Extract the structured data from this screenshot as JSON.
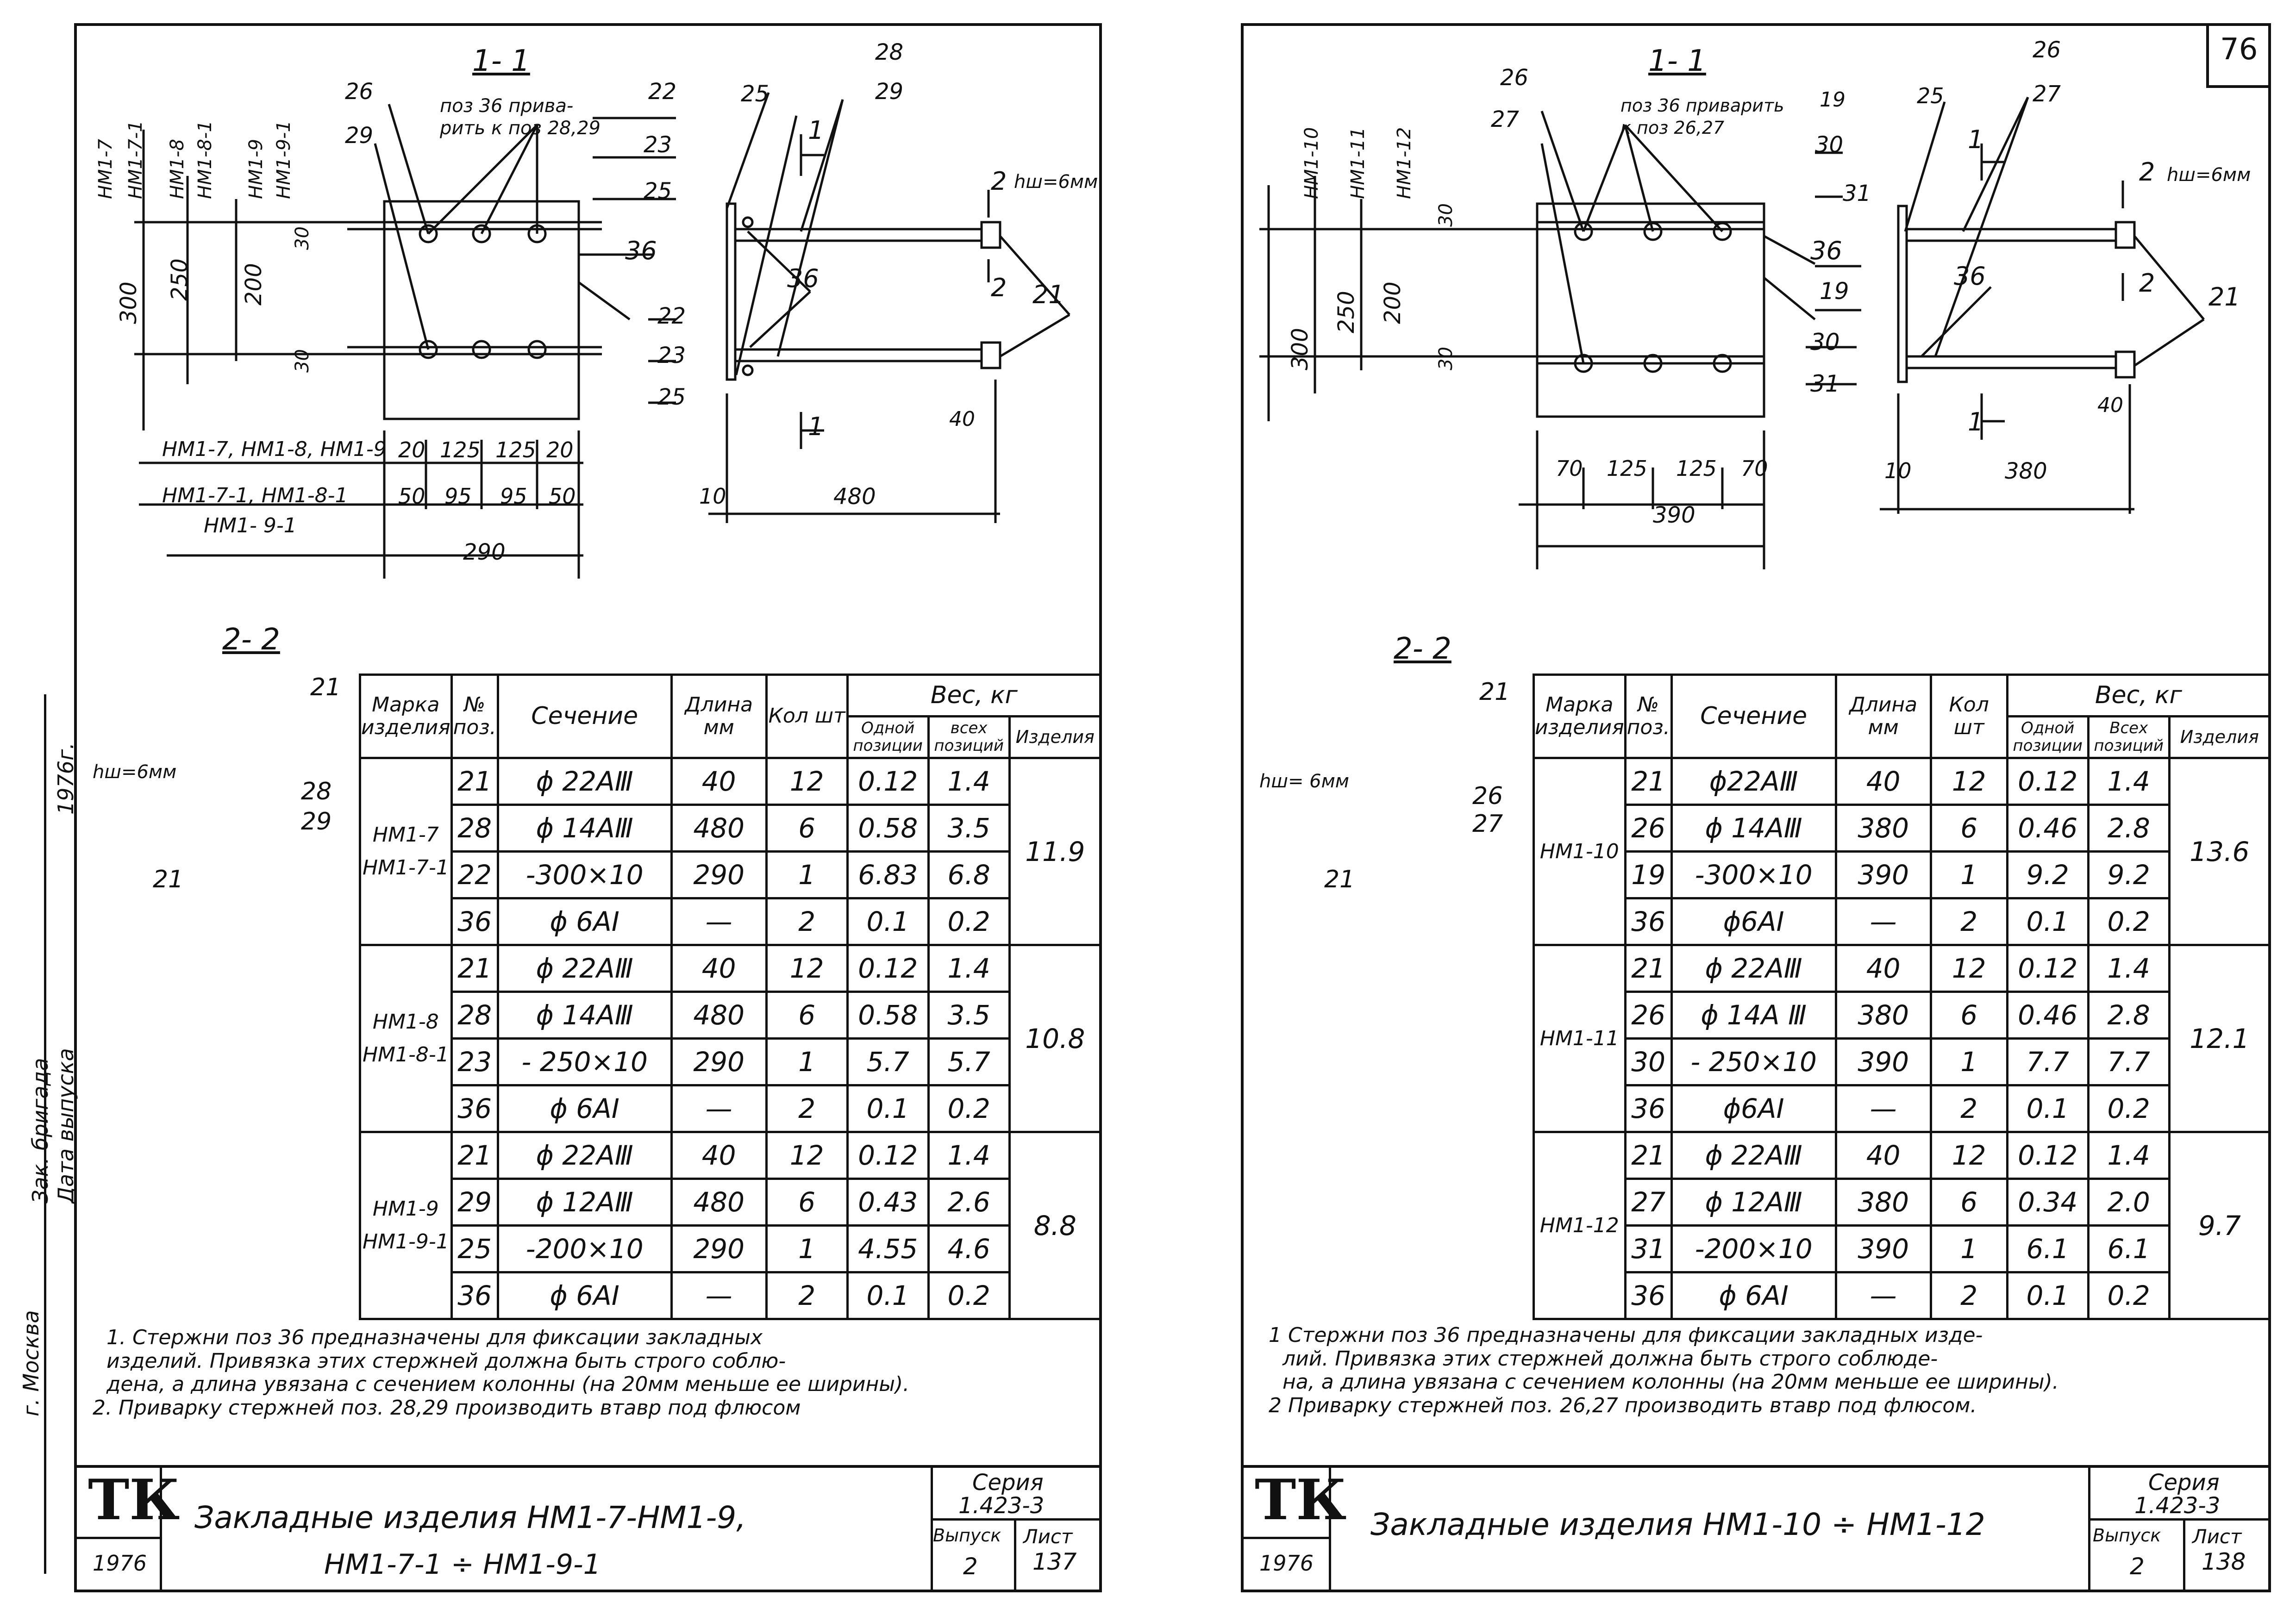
{
  "page_number": "76",
  "left_sheet": {
    "section_11": "1- 1",
    "section_22": "2- 2",
    "weld_note": "поз 36 прива-\nрить к поз 28,29",
    "marks_vertical": [
      "НМ1-7",
      "НМ1-7-1",
      "НМ1-8",
      "НМ1-8-1",
      "НМ1-9",
      "НМ1-9-1"
    ],
    "dims_vertical": [
      "300",
      "250",
      "200",
      "30",
      "30"
    ],
    "pos_labels": [
      "26",
      "29",
      "22",
      "23",
      "25",
      "36",
      "22",
      "23",
      "25",
      "25",
      "28",
      "29",
      "1",
      "2",
      "21",
      "36",
      "1",
      "2"
    ],
    "hw": "hш=6мм",
    "dim_rows": [
      {
        "label": "НМ1-7, НМ1-8, НМ1-9",
        "vals": [
          "20",
          "125",
          "125",
          "20"
        ]
      },
      {
        "label": "НМ1-7-1, НМ1-8-1",
        "vals": [
          "50",
          "95",
          "95",
          "50"
        ]
      },
      {
        "label": "НМ1- 9-1",
        "vals": []
      }
    ],
    "dim_290": "290",
    "dim_10": "10",
    "dim_480": "480",
    "dim_40": "40",
    "sec22_labels": {
      "top": "21",
      "mid1": "28",
      "mid2": "29",
      "bot": "21",
      "hw": "hш=6мм"
    },
    "table": {
      "headers": {
        "mark": "Марка изделия",
        "pos": "№ поз.",
        "section": "Сечение",
        "length": "Длина мм",
        "qty": "Кол шт",
        "weight": "Вес, кг",
        "w_one": "Одной позиции",
        "w_all": "всех позиций",
        "w_item": "Изделия"
      },
      "groups": [
        {
          "marks": [
            "НМ1-7",
            "НМ1-7-1"
          ],
          "total": "11.9",
          "rows": [
            [
              "21",
              "ϕ 22АⅢ",
              "40",
              "12",
              "0.12",
              "1.4"
            ],
            [
              "28",
              "ϕ 14АⅢ",
              "480",
              "6",
              "0.58",
              "3.5"
            ],
            [
              "22",
              "-300×10",
              "290",
              "1",
              "6.83",
              "6.8"
            ],
            [
              "36",
              "ϕ 6АI",
              "—",
              "2",
              "0.1",
              "0.2"
            ]
          ]
        },
        {
          "marks": [
            "НМ1-8",
            "НМ1-8-1"
          ],
          "total": "10.8",
          "rows": [
            [
              "21",
              "ϕ 22АⅢ",
              "40",
              "12",
              "0.12",
              "1.4"
            ],
            [
              "28",
              "ϕ 14АⅢ",
              "480",
              "6",
              "0.58",
              "3.5"
            ],
            [
              "23",
              "- 250×10",
              "290",
              "1",
              "5.7",
              "5.7"
            ],
            [
              "36",
              "ϕ 6АI",
              "—",
              "2",
              "0.1",
              "0.2"
            ]
          ]
        },
        {
          "marks": [
            "НМ1-9",
            "НМ1-9-1"
          ],
          "total": "8.8",
          "rows": [
            [
              "21",
              "ϕ 22АⅢ",
              "40",
              "12",
              "0.12",
              "1.4"
            ],
            [
              "29",
              "ϕ 12АⅢ",
              "480",
              "6",
              "0.43",
              "2.6"
            ],
            [
              "25",
              "-200×10",
              "290",
              "1",
              "4.55",
              "4.6"
            ],
            [
              "36",
              "ϕ 6АI",
              "—",
              "2",
              "0.1",
              "0.2"
            ]
          ]
        }
      ]
    },
    "notes": [
      "1. Стержни поз 36 предназначены для фиксации закладных",
      "изделий. Привязка этих стержней должна быть строго соблю-",
      "дена, а длина увязана с сечением колонны (на 20мм меньше ее ширины).",
      "2. Приварку стержней поз. 28,29 производить втавр под флюсом"
    ],
    "title_block": {
      "logo": "ТК",
      "year": "1976",
      "title_1": "Закладные изделия НМ1-7-НМ1-9,",
      "title_2": "НМ1-7-1 ÷ НМ1-9-1",
      "series_label": "Серия",
      "series": "1.423-3",
      "issue_label": "Выпуск",
      "issue": "2",
      "sheet_label": "Лист",
      "sheet": "137"
    },
    "side_stamp": [
      "г. Москва",
      "Зак. бригада",
      "Дата выпуска",
      "1976г."
    ]
  },
  "right_sheet": {
    "section_11": "1- 1",
    "section_22": "2- 2",
    "weld_note": "поз 36 приварить\nк поз 26,27",
    "marks_vertical": [
      "НМ1-10",
      "НМ1-11",
      "НМ1-12"
    ],
    "dims_vertical": [
      "300",
      "250",
      "200",
      "30",
      "30"
    ],
    "pos_labels": [
      "26",
      "27",
      "19",
      "30",
      "31",
      "36",
      "19",
      "30",
      "31",
      "25",
      "26",
      "27",
      "1",
      "2",
      "21",
      "36",
      "1",
      "2"
    ],
    "hw": "hш=6мм",
    "dim_row": [
      "70",
      "125",
      "125",
      "70"
    ],
    "dim_390": "390",
    "dim_10": "10",
    "dim_380": "380",
    "dim_40": "40",
    "sec22_labels": {
      "top": "21",
      "mid1": "26",
      "mid2": "27",
      "bot": "21",
      "hw": "hш= 6мм"
    },
    "table": {
      "headers": {
        "mark": "Марка изделия",
        "pos": "№ поз.",
        "section": "Сечение",
        "length": "Длина мм",
        "qty": "Кол шт",
        "weight": "Вес, кг",
        "w_one": "Одной позиции",
        "w_all": "Всех позиций",
        "w_item": "Изделия"
      },
      "groups": [
        {
          "marks": [
            "НМ1-10"
          ],
          "total": "13.6",
          "rows": [
            [
              "21",
              "ϕ22АⅢ",
              "40",
              "12",
              "0.12",
              "1.4"
            ],
            [
              "26",
              "ϕ 14АⅢ",
              "380",
              "6",
              "0.46",
              "2.8"
            ],
            [
              "19",
              "-300×10",
              "390",
              "1",
              "9.2",
              "9.2"
            ],
            [
              "36",
              "ϕ6АI",
              "—",
              "2",
              "0.1",
              "0.2"
            ]
          ]
        },
        {
          "marks": [
            "НМ1-11"
          ],
          "total": "12.1",
          "rows": [
            [
              "21",
              "ϕ 22АⅢ",
              "40",
              "12",
              "0.12",
              "1.4"
            ],
            [
              "26",
              "ϕ 14А Ⅲ",
              "380",
              "6",
              "0.46",
              "2.8"
            ],
            [
              "30",
              "- 250×10",
              "390",
              "1",
              "7.7",
              "7.7"
            ],
            [
              "36",
              "ϕ6АI",
              "—",
              "2",
              "0.1",
              "0.2"
            ]
          ]
        },
        {
          "marks": [
            "НМ1-12"
          ],
          "total": "9.7",
          "rows": [
            [
              "21",
              "ϕ 22АⅢ",
              "40",
              "12",
              "0.12",
              "1.4"
            ],
            [
              "27",
              "ϕ 12АⅢ",
              "380",
              "6",
              "0.34",
              "2.0"
            ],
            [
              "31",
              "-200×10",
              "390",
              "1",
              "6.1",
              "6.1"
            ],
            [
              "36",
              "ϕ 6АI",
              "—",
              "2",
              "0.1",
              "0.2"
            ]
          ]
        }
      ]
    },
    "notes": [
      "1 Стержни поз 36 предназначены для фиксации закладных изде-",
      "лий. Привязка этих стержней должна быть строго соблюде-",
      "на, а длина увязана с сечением колонны (на 20мм меньше ее ширины).",
      "2 Приварку стержней поз. 26,27 производить втавр под флюсом."
    ],
    "title_block": {
      "logo": "ТК",
      "year": "1976",
      "title_1": "Закладные изделия НМ1-10 ÷ НМ1-12",
      "series_label": "Серия",
      "series": "1.423-3",
      "issue_label": "Выпуск",
      "issue": "2",
      "sheet_label": "Лист",
      "sheet": "138"
    }
  }
}
